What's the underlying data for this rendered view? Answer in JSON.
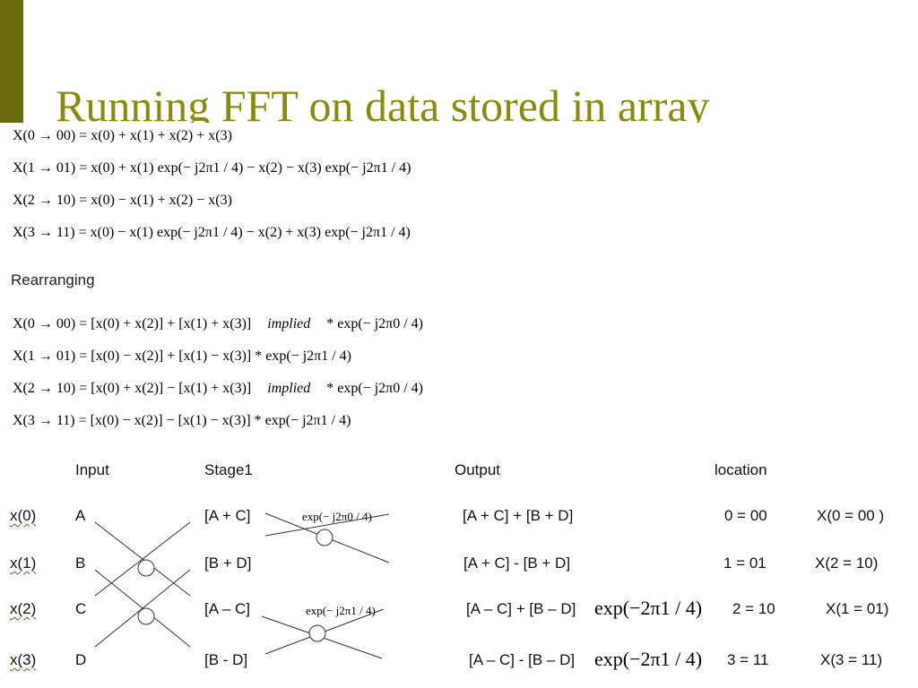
{
  "title": "Running FFT on data stored in array",
  "equations": [
    "X(0 → 00) = x(0) + x(1) + x(2) + x(3)",
    "X(1 → 01) = x(0) + x(1) exp(− j2π1 / 4)   − x(2) − x(3) exp(− j2π1 / 4)",
    "X(2 → 10) = x(0) − x(1) + x(2) − x(3)",
    "X(3 → 11) = x(0) − x(1) exp(− j2π1 / 4) − x(2) + x(3) exp(− j2π1 / 4)"
  ],
  "rearranging_label": "Rearranging",
  "rearranged": [
    {
      "main": "X(0 → 00) = [x(0) + x(2)] + [x(1) + x(3)]",
      "implied": "implied",
      "tail": "* exp(− j2π0 / 4)"
    },
    {
      "main": "X(1 → 01) = [x(0) − x(2)] + [x(1)  − x(3)] * exp(− j2π1 / 4)",
      "implied": "",
      "tail": ""
    },
    {
      "main": "X(2 → 10) = [x(0) + x(2)] − [x(1) + x(3)]",
      "implied": "implied",
      "tail": "* exp(− j2π0 / 4)"
    },
    {
      "main": "X(3 → 11) = [x(0) − x(2)] − [x(1) − x(3)] * exp(− j2π1 / 4)",
      "implied": "",
      "tail": ""
    }
  ],
  "table": {
    "headers": {
      "input": "Input",
      "stage1": "Stage1",
      "output": "Output",
      "location": "location"
    },
    "rows": [
      {
        "label": "x(0)",
        "input": "A",
        "stage1": "[A + C]",
        "output": "[A + C] + [B + D]",
        "output_exp": "",
        "location": "0  = 00",
        "result": "X(0  = 00 )"
      },
      {
        "label": "x(1)",
        "input": "B",
        "stage1": "[B + D]",
        "output": "[A + C] - [B + D]",
        "output_exp": "",
        "location": "1 = 01",
        "result": "X(2 = 10)"
      },
      {
        "label": "x(2)",
        "input": "C",
        "stage1": "[A – C]",
        "output": "[A – C] + [B – D]",
        "output_exp": "exp(−2π1 / 4)",
        "location": "2 = 10",
        "result": "X(1 = 01)"
      },
      {
        "label": "x(3)",
        "input": "D",
        "stage1": "[B - D]",
        "output": "[A – C] - [B – D]",
        "output_exp": "exp(−2π1 / 4)",
        "location": "3 = 11",
        "result": "X(3 = 11)"
      }
    ],
    "twiddles": [
      "exp(− j2π0 / 4)",
      "exp(− j2π1 / 4)"
    ]
  },
  "colors": {
    "sidebar": "#6b6b0e",
    "title": "#8a8a10"
  }
}
